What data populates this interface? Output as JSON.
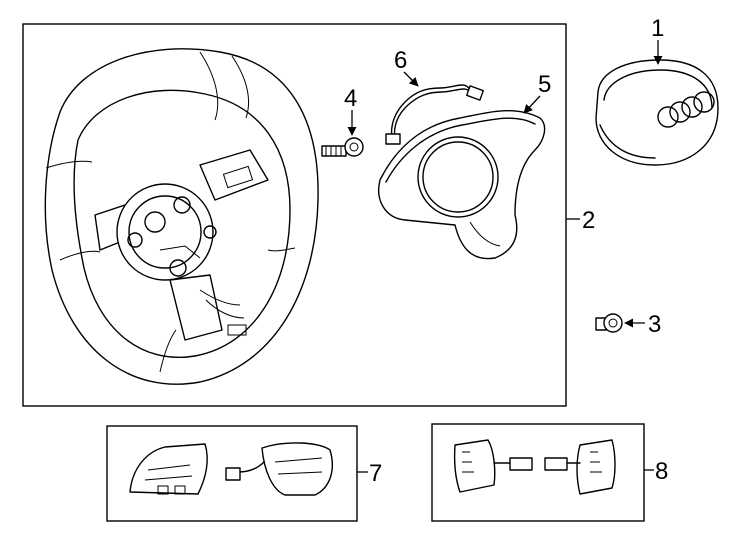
{
  "diagram": {
    "callouts": [
      "1",
      "2",
      "3",
      "4",
      "5",
      "6",
      "7",
      "8"
    ],
    "parts": [
      {
        "callout": "1",
        "part": "airbag-module-with-logo"
      },
      {
        "callout": "2",
        "part": "steering-wheel-assembly"
      },
      {
        "callout": "3",
        "part": "bolt"
      },
      {
        "callout": "4",
        "part": "bolt"
      },
      {
        "callout": "5",
        "part": "trim-cover"
      },
      {
        "callout": "6",
        "part": "wire-harness"
      },
      {
        "callout": "7",
        "part": "control-switches"
      },
      {
        "callout": "8",
        "part": "paddle-shifters"
      }
    ],
    "colors": {
      "line": "#000000",
      "background": "#ffffff"
    }
  }
}
